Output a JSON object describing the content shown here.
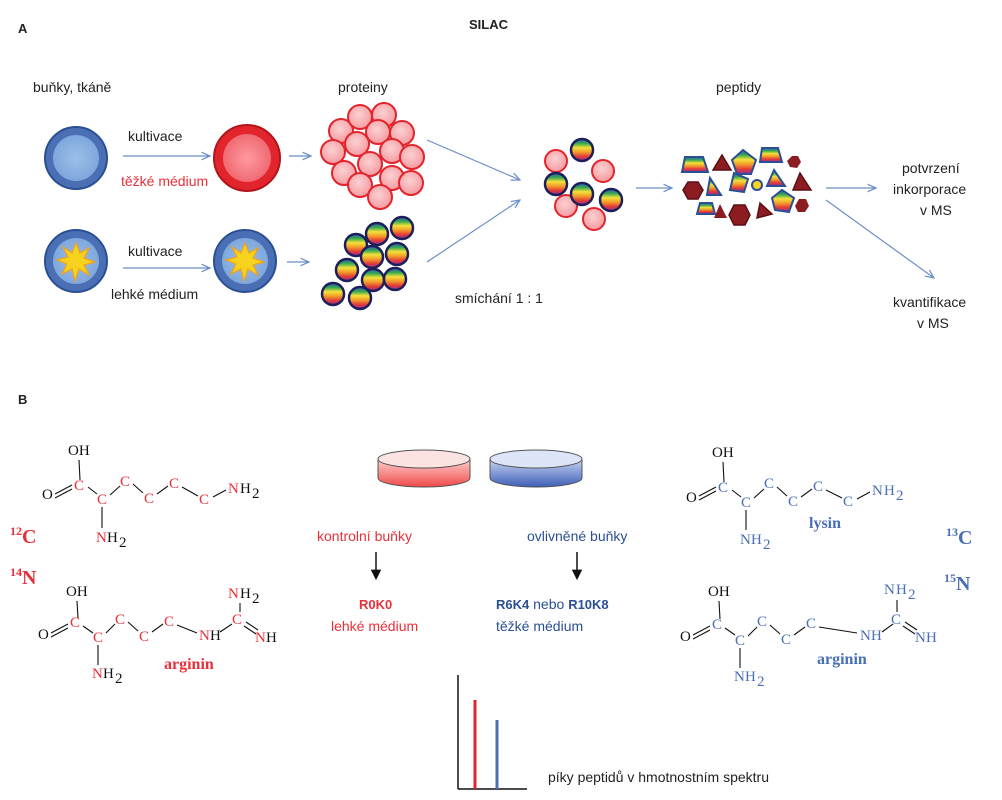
{
  "panel_a": {
    "letter": "A",
    "title": "SILAC",
    "label_cells": "buňky, tkáně",
    "label_proteins": "proteiny",
    "label_peptides": "peptidy",
    "cultivation_top": "kultivace",
    "medium_heavy": "těžké médium",
    "cultivation_bottom": "kultivace",
    "medium_light": "lehké médium",
    "mixing": "smíchání 1 : 1",
    "confirm_line1": "potvrzení",
    "confirm_line2": "inkorporace",
    "confirm_line3": "v MS",
    "quant_line1": "kvantifikace",
    "quant_line2": "v MS"
  },
  "panel_b": {
    "letter": "B",
    "iso_12c": "12C",
    "iso_14n": "14N",
    "iso_13c": "13C",
    "iso_15n": "15N",
    "control_cells": "kontrolní buňky",
    "treated_cells": "ovlivněné buňky",
    "r0k0": "R0K0",
    "light_medium": "lehké médium",
    "r6k4": "R6K4",
    "nebo": " nebo ",
    "r10k8": "R10K8",
    "heavy_medium": "těžké médium",
    "lysin_label": "lysin",
    "arginin_label_left": "arginin",
    "arginin_label_right": "arginin",
    "spectrum_label": "píky peptidů v hmotnostním spektru",
    "atoms": {
      "oh": "OH",
      "o": "O",
      "c": "C",
      "n": "N",
      "h2": "H",
      "sub2": "2",
      "nh": "NH",
      "nh2": "NH",
      "h2x": "H2"
    }
  },
  "colors": {
    "light": "#e8303a",
    "heavy": "#2a4f94",
    "heavy_light": "#4a6fb5",
    "arrow": "#6b8fc8"
  }
}
